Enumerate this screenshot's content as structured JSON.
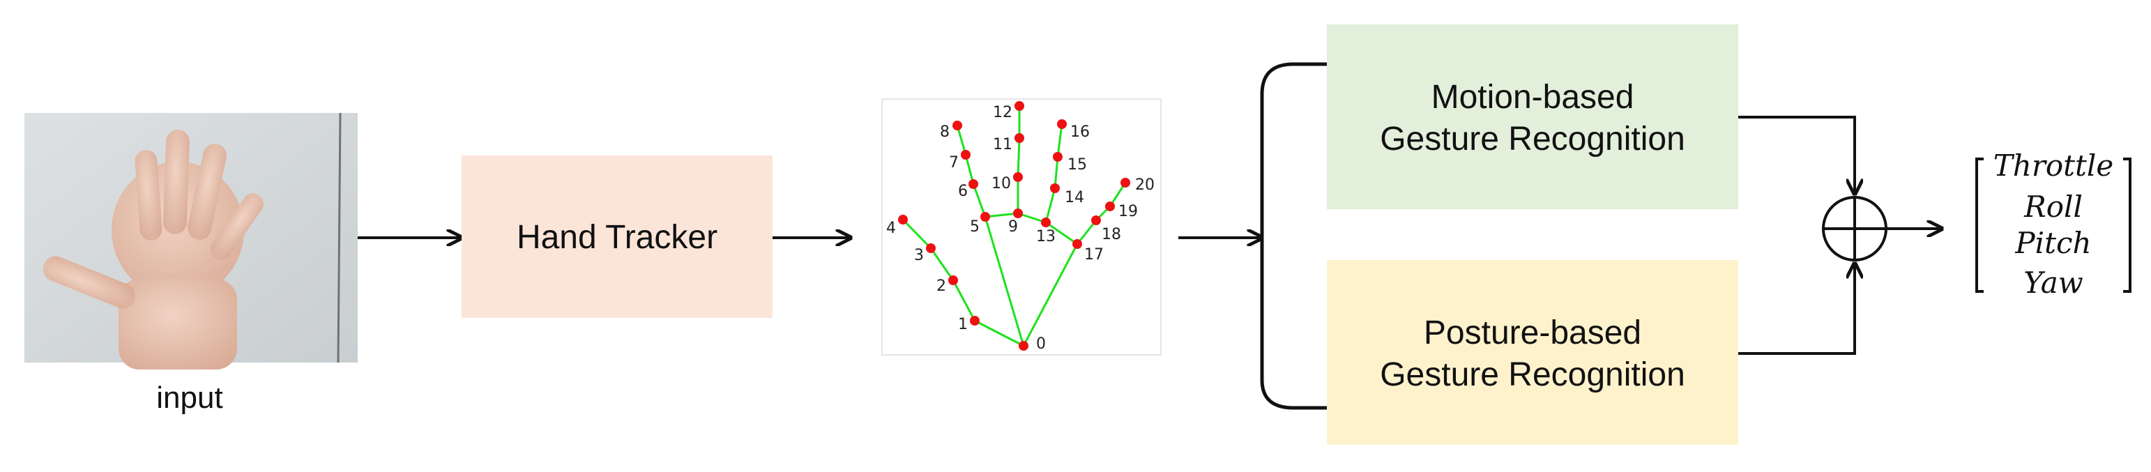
{
  "input": {
    "caption": "input"
  },
  "tracker": {
    "label": "Hand Tracker",
    "fill": "#fbe5d8"
  },
  "motion": {
    "line1": "Motion-based",
    "line2": "Gesture Recognition",
    "fill": "#e2efdb"
  },
  "posture": {
    "line1": "Posture-based",
    "line2": "Gesture Recognition",
    "fill": "#fef2cc"
  },
  "output": {
    "items": [
      "Throttle",
      "Roll",
      "Pitch",
      "Yaw"
    ]
  },
  "hand": {
    "bone_color": "#1de21d",
    "point_color": "#ee1111",
    "keypoints": [
      {
        "id": "0",
        "label": "0"
      },
      {
        "id": "1",
        "label": "1"
      },
      {
        "id": "2",
        "label": "2"
      },
      {
        "id": "3",
        "label": "3"
      },
      {
        "id": "4",
        "label": "4"
      },
      {
        "id": "5",
        "label": "5"
      },
      {
        "id": "6",
        "label": "6"
      },
      {
        "id": "7",
        "label": "7"
      },
      {
        "id": "8",
        "label": "8"
      },
      {
        "id": "9",
        "label": "9"
      },
      {
        "id": "10",
        "label": "10"
      },
      {
        "id": "11",
        "label": "11"
      },
      {
        "id": "12",
        "label": "12"
      },
      {
        "id": "13",
        "label": "13"
      },
      {
        "id": "14",
        "label": "14"
      },
      {
        "id": "15",
        "label": "15"
      },
      {
        "id": "16",
        "label": "16"
      },
      {
        "id": "17",
        "label": "17"
      },
      {
        "id": "18",
        "label": "18"
      },
      {
        "id": "19",
        "label": "19"
      },
      {
        "id": "20",
        "label": "20"
      }
    ]
  }
}
